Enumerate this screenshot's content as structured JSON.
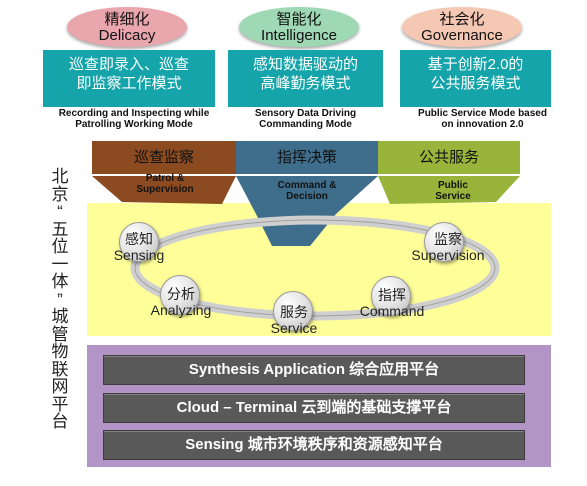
{
  "side_title": [
    "北",
    "京",
    "“",
    "五",
    "位",
    "一",
    "体",
    "”",
    "城",
    "管",
    "物",
    "联",
    "网",
    "平",
    "台"
  ],
  "ovals": [
    {
      "zh": "精细化",
      "en": "Delicacy",
      "color": "#e9a6ad"
    },
    {
      "zh": "智能化",
      "en": "Intelligence",
      "color": "#9fd8b4"
    },
    {
      "zh": "社会化",
      "en": "Governance",
      "color": "#f4c8b2"
    }
  ],
  "modes": [
    {
      "line1": "巡查即录入、巡查",
      "line2": "即监察工作模式",
      "en1": "Recording and Inspecting while",
      "en2": "Patrolling Working Mode"
    },
    {
      "line1": "感知数据驱动的",
      "line2": "高峰勤务模式",
      "en1": "Sensory Data Driving",
      "en2": "Commanding Mode"
    },
    {
      "line1": "基于创新2.0的",
      "line2": "公共服务模式",
      "en1": "Public Service Mode based",
      "en2": "on innovation 2.0"
    }
  ],
  "tabs": [
    {
      "zh": "巡查监察",
      "en1": "Patrol &",
      "en2": "Supervision",
      "color": "#8b4a1f"
    },
    {
      "zh": "指挥决策",
      "en1": "Command &",
      "en2": "Decision",
      "color": "#3f6e8c"
    },
    {
      "zh": "公共服务",
      "en1": "Public",
      "en2": "Service",
      "color": "#98b43a"
    }
  ],
  "cycle": [
    {
      "zh": "感知",
      "en": "Sensing"
    },
    {
      "zh": "分析",
      "en": "Analyzing"
    },
    {
      "zh": "服务",
      "en": "Service"
    },
    {
      "zh": "指挥",
      "en": "Command"
    },
    {
      "zh": "监察",
      "en": "Supervision"
    }
  ],
  "platforms": [
    "Synthesis Application 综合应用平台",
    "Cloud – Terminal 云到端的基础支撑平台",
    "Sensing 城市环境秩序和资源感知平台"
  ],
  "colors": {
    "yellow_panel": "#ffff99",
    "purple_panel": "#b294c7",
    "teal": "#14a4a9",
    "bar": "#595959"
  }
}
